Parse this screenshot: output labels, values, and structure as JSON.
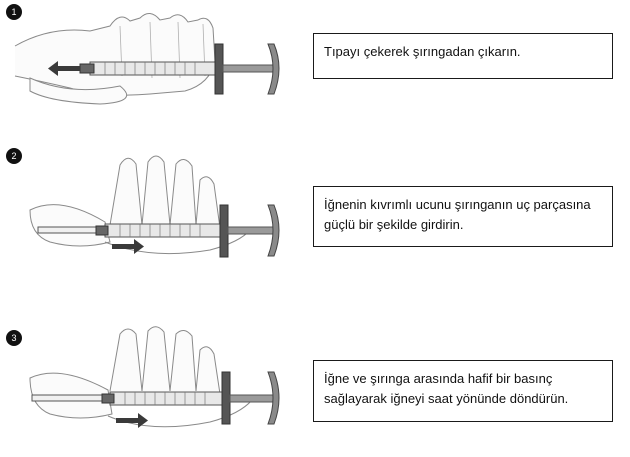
{
  "steps": [
    {
      "number": "1",
      "instruction": "Tıpayı çekerek şırıngadan çıkarın."
    },
    {
      "number": "2",
      "instruction": "İğnenin kıvrımlı ucunu şırınganın uç parçasına güçlü bir şekilde girdirin."
    },
    {
      "number": "3",
      "instruction": "İğne ve şırınga arasında hafif bir basınç sağlayarak iğneyi saat yönünde döndürün."
    }
  ],
  "colors": {
    "hand_outline": "#8a8a8a",
    "hand_fill": "#fbfbfb",
    "syringe_dark": "#555555",
    "arrow": "#3a3a3a"
  }
}
